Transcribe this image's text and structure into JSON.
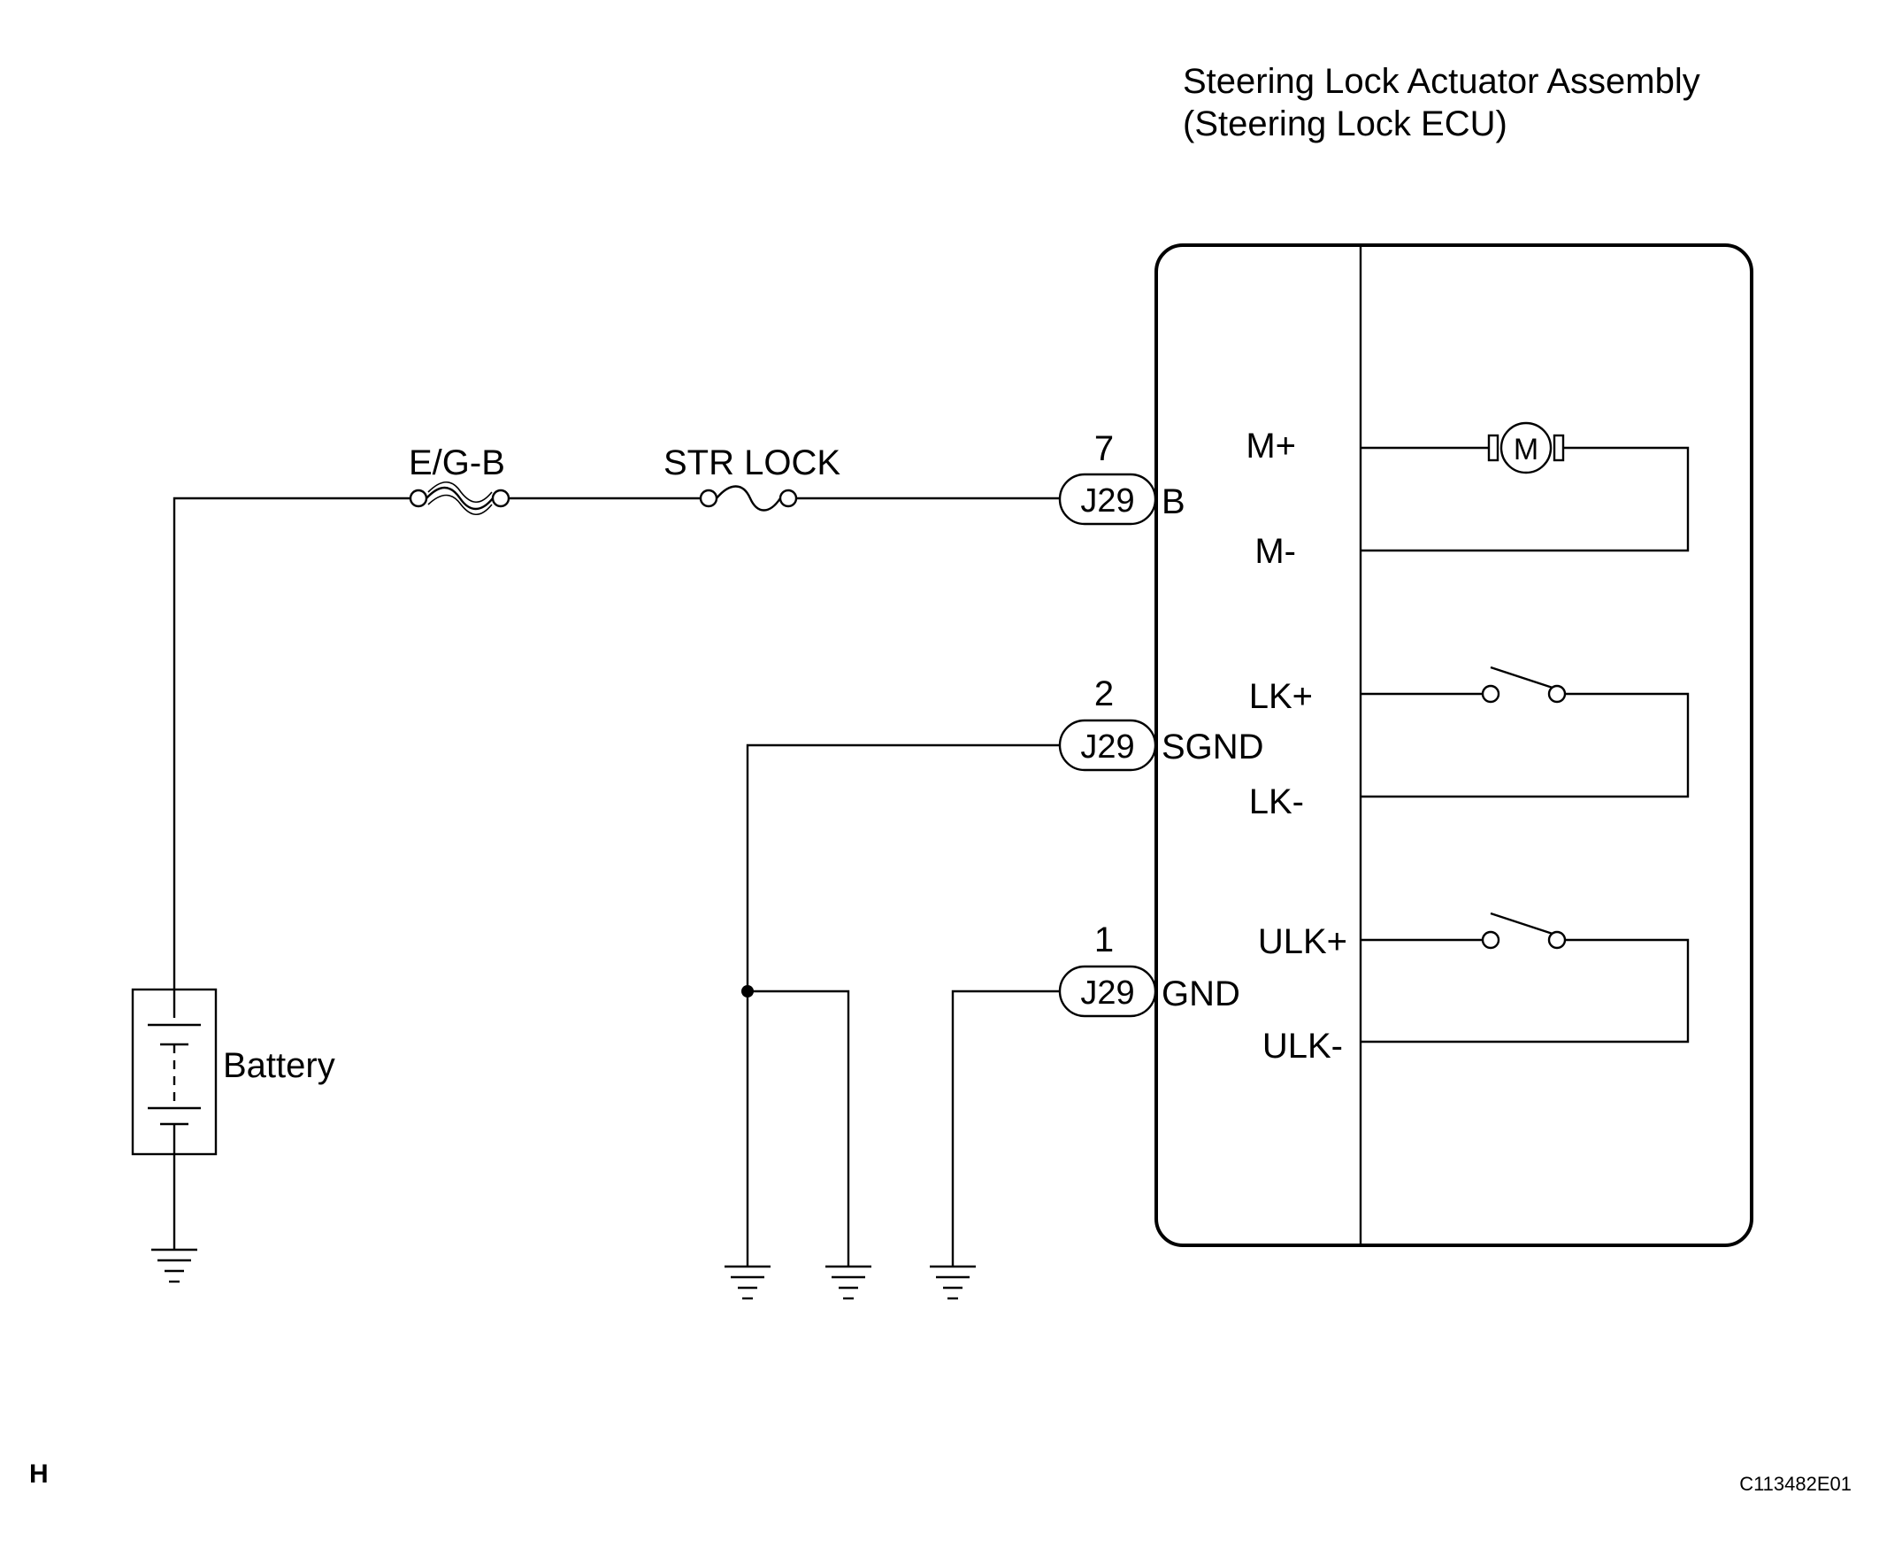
{
  "ecu": {
    "title_line1": "Steering Lock Actuator Assembly",
    "title_line2": "(Steering Lock ECU)"
  },
  "fuses": {
    "egb": "E/G-B",
    "str_lock": "STR LOCK"
  },
  "connectors": [
    {
      "pin": "7",
      "connector": "J29",
      "terminal": "B"
    },
    {
      "pin": "2",
      "connector": "J29",
      "terminal": "SGND"
    },
    {
      "pin": "1",
      "connector": "J29",
      "terminal": "GND"
    }
  ],
  "internal": {
    "m_plus": "M+",
    "m_minus": "M-",
    "motor_symbol": "M",
    "lk_plus": "LK+",
    "lk_minus": "LK-",
    "ulk_plus": "ULK+",
    "ulk_minus": "ULK-"
  },
  "battery_label": "Battery",
  "corner_letter": "H",
  "figure_code": "C113482E01",
  "icons": [
    "fuse-icon",
    "motor-icon",
    "switch-icon",
    "battery-icon",
    "ground-icon",
    "junction-dot"
  ]
}
